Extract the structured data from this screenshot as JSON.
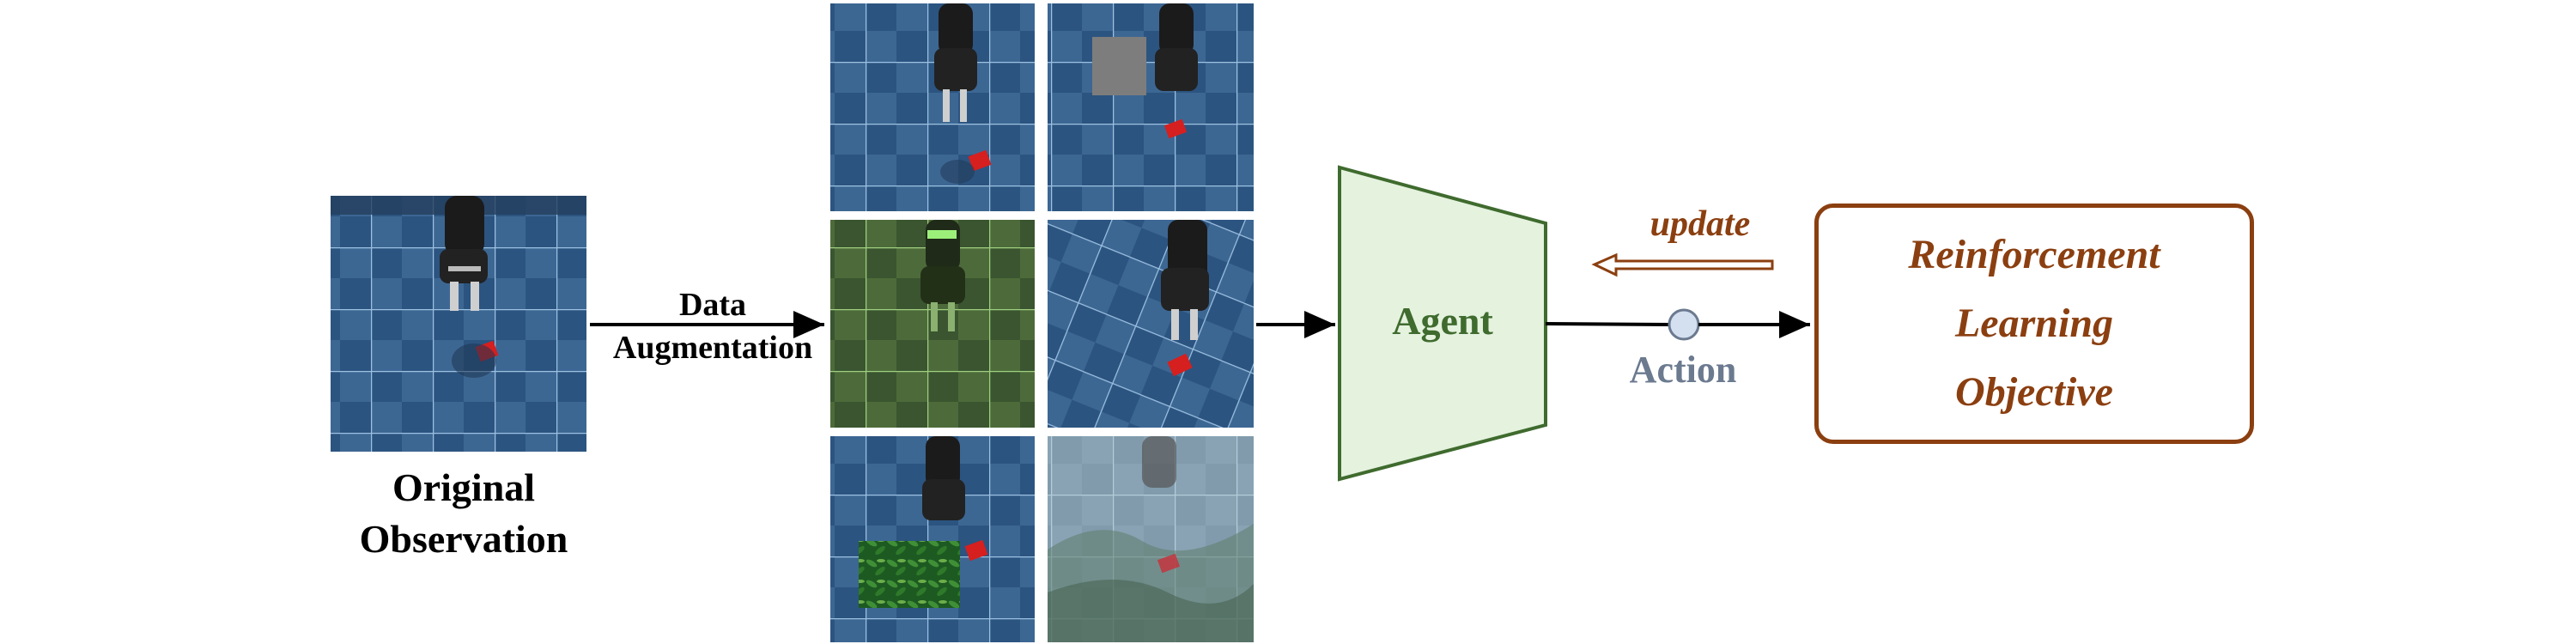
{
  "original": {
    "label_lines": [
      "Original",
      "Observation"
    ]
  },
  "augmentation": {
    "label_lines": [
      "Data",
      "Augmentation"
    ]
  },
  "agent": {
    "label": "Agent"
  },
  "action": {
    "label": "Action"
  },
  "update": {
    "label": "update"
  },
  "objective": {
    "label_lines": [
      "Reinforcement",
      "Learning",
      "Objective"
    ]
  },
  "augmented_views": [
    {
      "name": "original-crop",
      "variant": "plain"
    },
    {
      "name": "cutout",
      "variant": "gray-patch"
    },
    {
      "name": "color-jitter",
      "variant": "green-tint"
    },
    {
      "name": "rotation",
      "variant": "rotated"
    },
    {
      "name": "cutout-color",
      "variant": "leaf-patch"
    },
    {
      "name": "random-conv",
      "variant": "overlay-landscape"
    }
  ],
  "colors": {
    "agent_fill": "#e4f2de",
    "agent_stroke": "#3f6b2e",
    "objective": "#8b3f10",
    "action": "#6b7a8f",
    "floor_dark": "#335a85",
    "floor_light": "#5784b4"
  }
}
